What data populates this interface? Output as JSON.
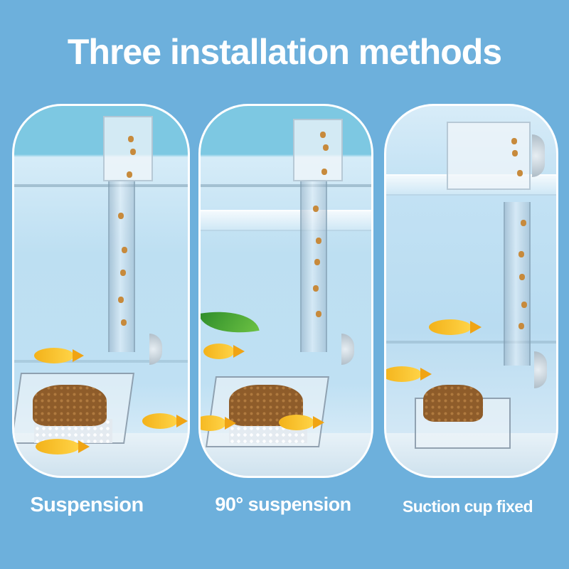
{
  "title": "Three installation methods",
  "colors": {
    "background": "#6db0dc",
    "text": "#ffffff",
    "panel_border": "#ffffff",
    "fish": "#f3b21a",
    "food": "#a8743c"
  },
  "panels": [
    {
      "label": "Suspension",
      "image": "feeder-suspended-on-tank-rim"
    },
    {
      "label": "90° suspension",
      "image": "feeder-hung-at-90-degrees-on-tank-rim"
    },
    {
      "label": "Suction cup fixed",
      "image": "feeder-attached-with-suction-cups"
    }
  ]
}
